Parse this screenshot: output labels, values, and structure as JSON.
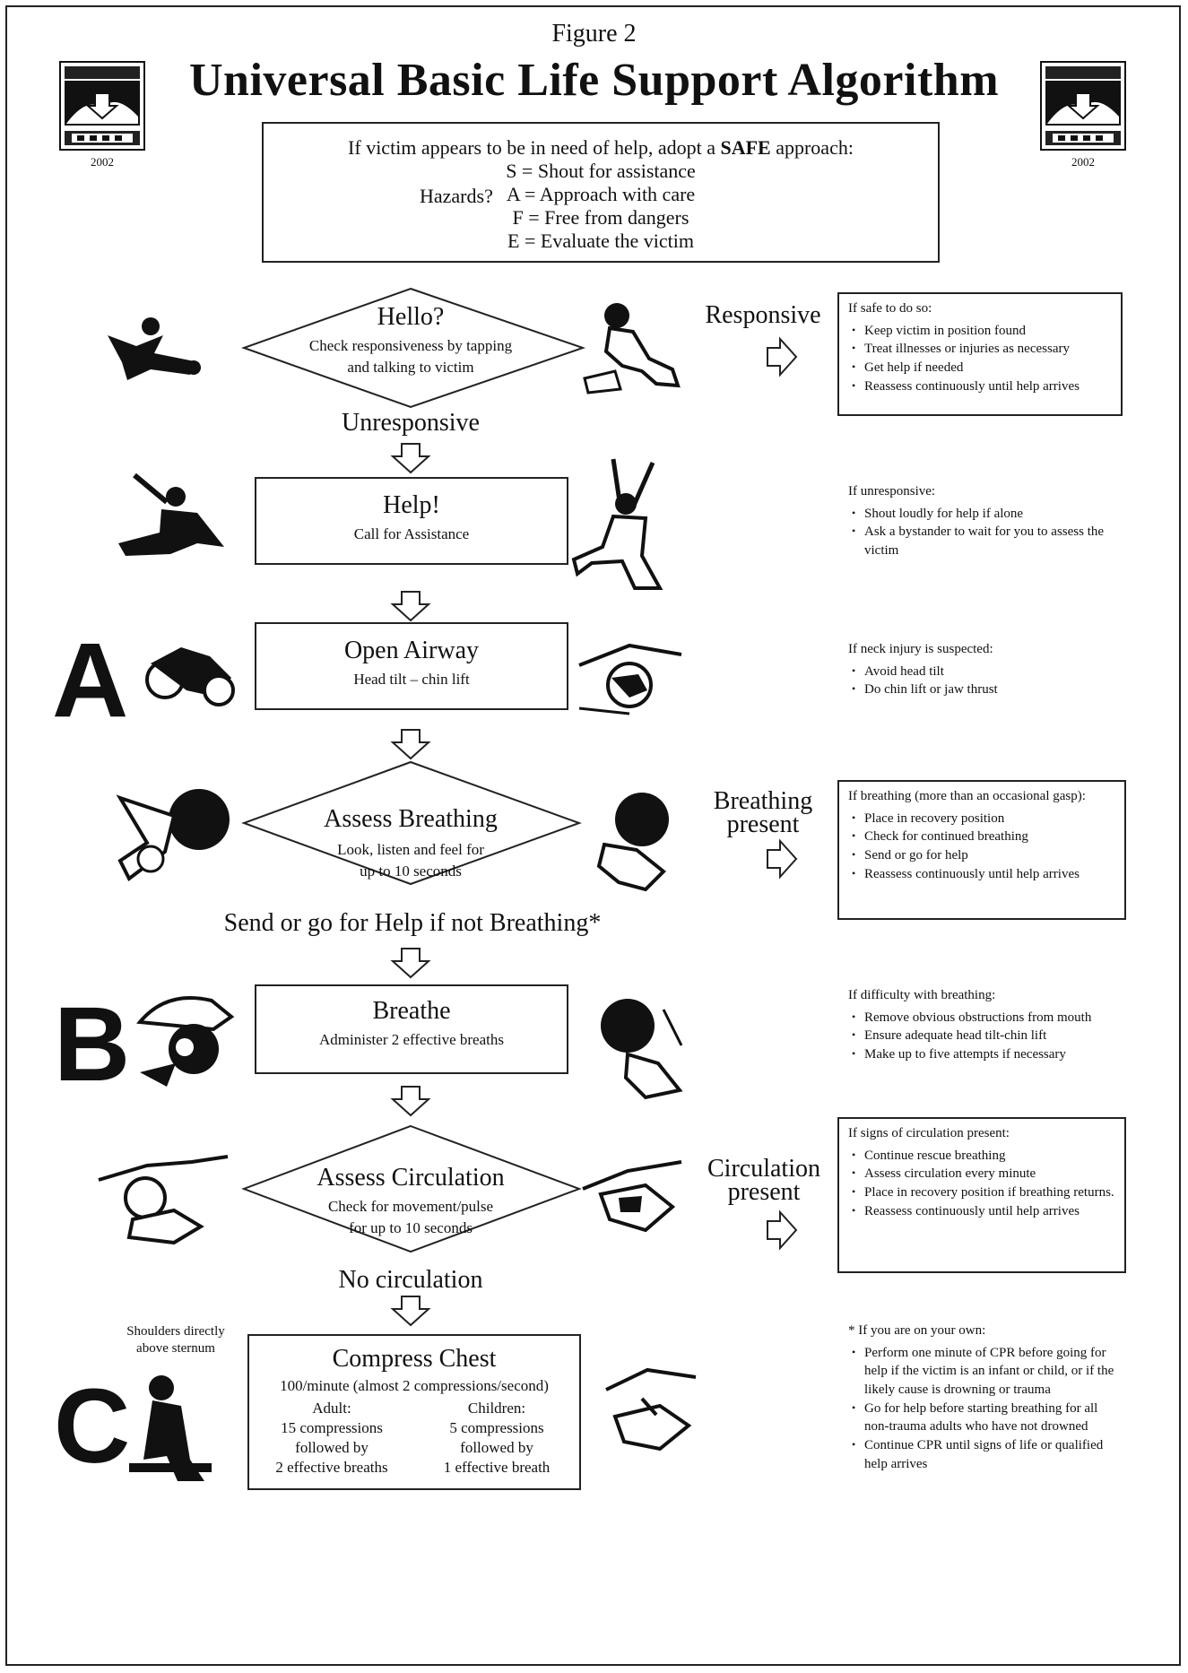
{
  "header": {
    "figure_label": "Figure 2",
    "title": "Universal Basic Life Support Algorithm",
    "logo_year_left": "2002",
    "logo_year_right": "2002"
  },
  "safe": {
    "intro_prefix": "If victim appears to be in need of help, adopt a ",
    "intro_bold": "SAFE",
    "intro_suffix": " approach:",
    "hazards": "Hazards?",
    "s": "S = Shout for assistance",
    "a": "A = Approach with care",
    "f": "F = Free from dangers",
    "e": "E = Evaluate the victim"
  },
  "steps": {
    "hello": {
      "title": "Hello?",
      "line1": "Check responsiveness by tapping",
      "line2": "and talking to victim"
    },
    "help": {
      "title": "Help!",
      "sub": "Call for Assistance"
    },
    "airway": {
      "title": "Open Airway",
      "sub": "Head tilt – chin lift"
    },
    "breathing": {
      "title": "Assess Breathing",
      "line1": "Look, listen and feel for",
      "line2": "up to 10 seconds"
    },
    "breathe": {
      "title": "Breathe",
      "sub": "Administer 2 effective breaths"
    },
    "circulation": {
      "title": "Assess Circulation",
      "line1": "Check for movement/pulse",
      "line2": "for up to 10 seconds"
    },
    "compress": {
      "title": "Compress Chest",
      "sub": "100/minute (almost 2 compressions/second)",
      "adult_head": "Adult:",
      "adult_l1": "15 compressions",
      "adult_l2": "followed by",
      "adult_l3": "2 effective breaths",
      "child_head": "Children:",
      "child_l1": "5 compressions",
      "child_l2": "followed by",
      "child_l3": "1 effective breath"
    }
  },
  "labels": {
    "responsive": "Responsive",
    "unresponsive": "Unresponsive",
    "breathing_present_1": "Breathing",
    "breathing_present_2": "present",
    "send_help": "Send or go for Help if not Breathing*",
    "circulation_present_1": "Circulation",
    "circulation_present_2": "present",
    "no_circulation": "No circulation",
    "shoulders_1": "Shoulders directly",
    "shoulders_2": "above sternum",
    "letter_a": "A",
    "letter_b": "B",
    "letter_c": "C"
  },
  "notes": {
    "responsive": {
      "head": "If safe to do so:",
      "items": [
        "Keep victim in position found",
        "Treat illnesses or injuries as necessary",
        "Get help if needed",
        "Reassess continuously until help arrives"
      ]
    },
    "unresponsive": {
      "head": "If unresponsive:",
      "items": [
        "Shout loudly for help if alone",
        "Ask a bystander to wait for you to assess the victim"
      ]
    },
    "neck": {
      "head": "If neck injury is suspected:",
      "items": [
        "Avoid head tilt",
        "Do chin lift or jaw thrust"
      ]
    },
    "breathing": {
      "head": "If breathing (more than an occasional gasp):",
      "items": [
        "Place in recovery position",
        "Check for continued breathing",
        "Send or go for help",
        "Reassess continuously until help arrives"
      ]
    },
    "difficulty": {
      "head": "If difficulty with breathing:",
      "items": [
        "Remove obvious obstructions from mouth",
        "Ensure adequate head tilt-chin lift",
        "Make up to five attempts if necessary"
      ]
    },
    "circulation": {
      "head": "If signs of circulation present:",
      "items": [
        "Continue rescue breathing",
        "Assess circulation every minute",
        "Place in recovery position if breathing returns.",
        "Reassess continuously until help arrives"
      ]
    },
    "own": {
      "head": "* If you are on your own:",
      "items": [
        "Perform one minute of CPR before going for help if the victim is an infant or child, or if the likely cause is drowning or trauma",
        "Go for help before starting breathing for all non-trauma adults who have not drowned",
        "Continue CPR until signs of life or qualified help arrives"
      ]
    }
  }
}
